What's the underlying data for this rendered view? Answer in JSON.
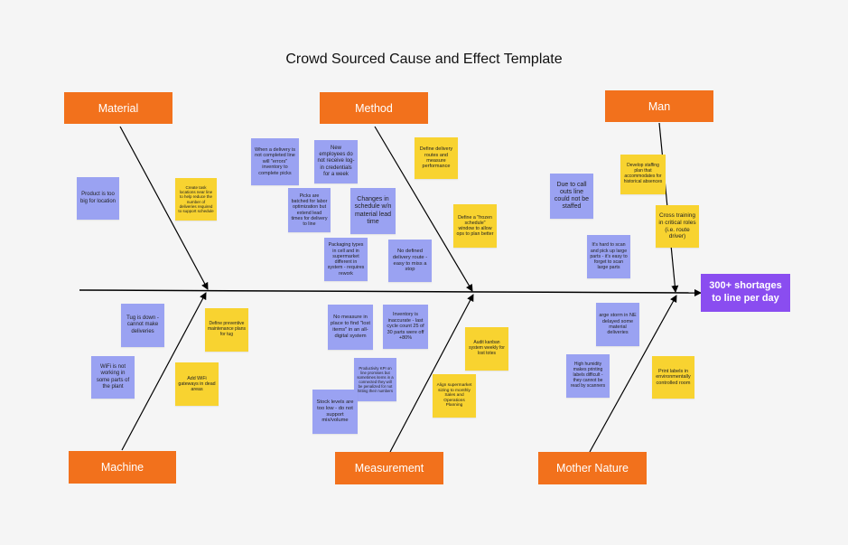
{
  "title": "Crowd Sourced Cause and Effect Template",
  "effect": "300+ shortages to line per day",
  "colors": {
    "category": "#f2711c",
    "effect": "#8a4df0",
    "blue_note": "#9aa2f2",
    "yellow_note": "#f8d330",
    "line": "#000000"
  },
  "categories": {
    "material": "Material",
    "method": "Method",
    "man": "Man",
    "machine": "Machine",
    "measurement": "Measurement",
    "mother_nature": "Mother Nature"
  },
  "notes": {
    "material": [
      "Product is too big for location",
      "Create task locations near line to help reduce the number of deliveries required to support schedule"
    ],
    "method": [
      "When a delivery is not completed line will \"errors\" inventory to complete picks",
      "New employees do not receive log-in credentials for a week",
      "Picks are batched for labor optimization but extend lead times for delivery to line",
      "Changes in schedule w/n material lead time",
      "Packaging types in cell and in supermarket different in system - requires rework",
      "No defined delivery route - easy to miss a stop",
      "Define delivery routes and measure performance",
      "Define a \"frozen schedule\" window to allow ops to plan better"
    ],
    "man": [
      "Due to call outs line could not be staffed",
      "Develop staffing plan that accommodates for historical absences",
      "Cross training in critical roles (i.e. route driver)",
      "It's hard to scan and pick up large parts - it's easy to forget to scan large parts"
    ],
    "machine": [
      "Tug is down - cannot make deliveries",
      "WiFi is not working in some parts of the plant",
      "Define preventive maintenance plans for tug",
      "Add WiFi gateways in dead areas"
    ],
    "measurement": [
      "No measure in place to find \"lost items\" in an all-digital system",
      "Inventory is inaccurate - last cycle count 25 of 30 parts were off +80%",
      "Productivity KPI on line promises but sometimes items in a connected they will be penalized for not hitting their numbers",
      "Stock levels are too low - do not support mix/volume",
      "Audit kanban system weekly for lost totes",
      "Align supermarket sizing to monthly Sales and Operations Planning"
    ],
    "mother_nature": [
      "arge storm in NE delayed some material deliveries",
      "High humidity makes printing labels difficult - they cannot be read by scanners",
      "Print labels in environmentally controlled room"
    ]
  }
}
